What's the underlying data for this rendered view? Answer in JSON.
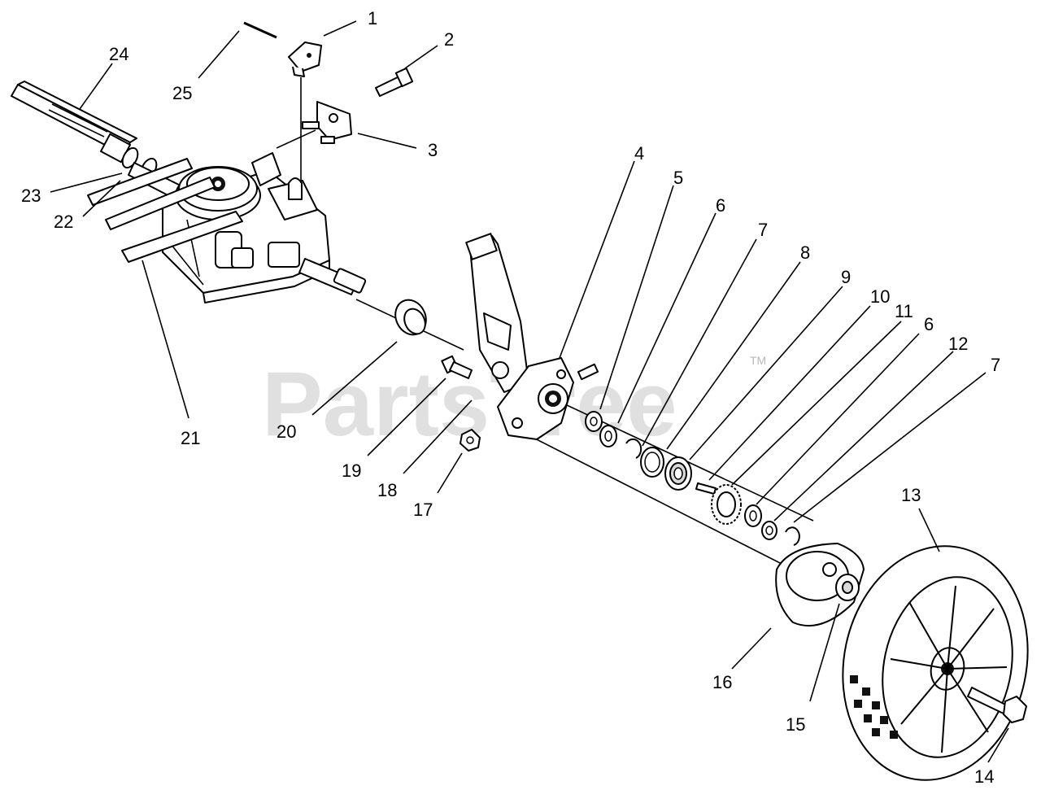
{
  "watermark": {
    "text": "PartsTree",
    "tm": "TM"
  },
  "callouts": [
    "1",
    "2",
    "3",
    "4",
    "5",
    "6",
    "7",
    "8",
    "9",
    "10",
    "11",
    "6",
    "12",
    "7",
    "13",
    "14",
    "15",
    "16",
    "17",
    "18",
    "19",
    "20",
    "21",
    "22",
    "23",
    "24",
    "25"
  ]
}
